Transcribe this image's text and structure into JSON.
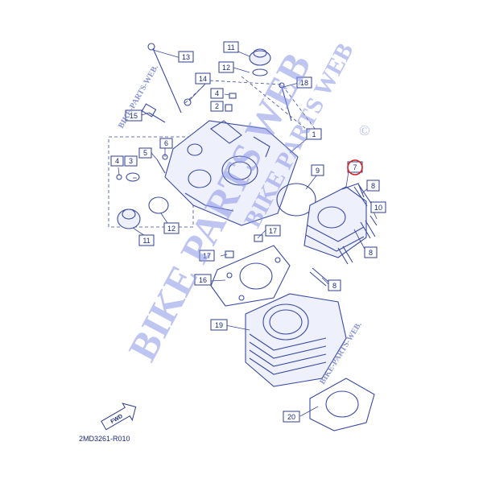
{
  "diagram": {
    "callouts": [
      "1",
      "2",
      "3",
      "4",
      "5",
      "6",
      "7",
      "8",
      "9",
      "10",
      "11",
      "12",
      "13",
      "14",
      "15",
      "16",
      "17",
      "18",
      "19",
      "20"
    ],
    "highlighted_callout": "7",
    "diagram_code": "2MD3261-R010",
    "fwd_label": "FWD",
    "watermark_main": "BIKE PARTS WEB",
    "watermark_side": "BIKE PARTS WEB",
    "watermark_small": "BIKE-PARTS-WEB.",
    "copyright_symbol": "©"
  },
  "colors": {
    "line": "#3a4aa0",
    "label_text": "#1a2a7a",
    "watermark": "#8a96e6",
    "highlight": "#d62020"
  }
}
